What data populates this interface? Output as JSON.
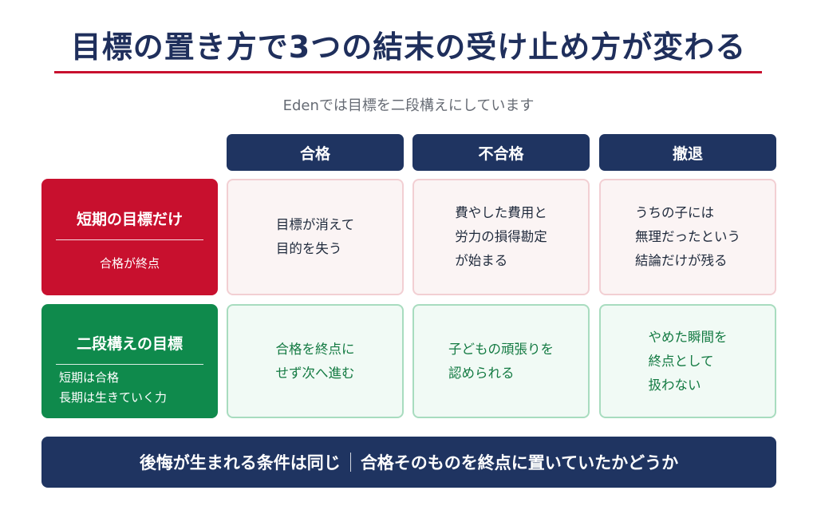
{
  "title": "目標の置き方で3つの結末の受け止め方が変わる",
  "subtitle": "Edenでは目標を二段構えにしています",
  "columns": [
    "合格",
    "不合格",
    "撤退"
  ],
  "rows": [
    {
      "label": "短期の目標だけ",
      "sub": "合格が終点",
      "cells": [
        "目標が消えて\n目的を失う",
        "費やした費用と\n労力の損得勘定\nが始まる",
        "うちの子には\n無理だったという\n結論だけが残る"
      ]
    },
    {
      "label": "二段構えの目標",
      "sub": "短期は合格\n長期は生きていく力",
      "cells": [
        "合格を終点に\nせず次へ進む",
        "子どもの頑張りを\n認められる",
        "やめた瞬間を\n終点として\n扱わない"
      ]
    }
  ],
  "footer": {
    "left": "後悔が生まれる条件は同じ",
    "right": "合格そのものを終点に置いていたかどうか"
  },
  "colors": {
    "navy": "#1f3461",
    "red": "#c8102e",
    "green": "#0f8a4c",
    "pink_cell": "#fbf4f4",
    "mint_cell": "#f1faf5"
  }
}
